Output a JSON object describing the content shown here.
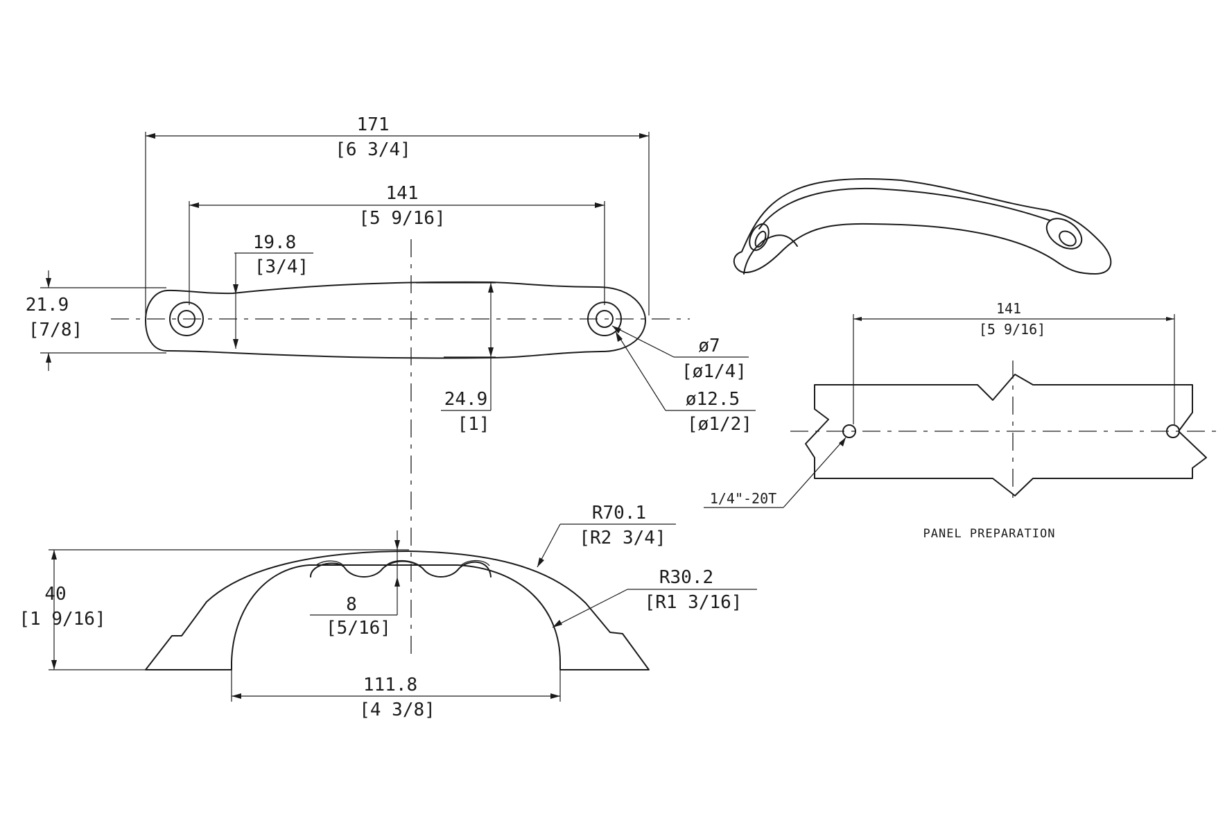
{
  "colors": {
    "line": "#1a1a1a",
    "background": "#ffffff"
  },
  "top_view": {
    "overall_length": {
      "metric": "171",
      "imperial": "[6 3/4]"
    },
    "hole_spacing": {
      "metric": "141",
      "imperial": "[5 9/16]"
    },
    "end_width": {
      "metric": "19.8",
      "imperial": "[3/4]"
    },
    "end_height": {
      "metric": "21.9",
      "imperial": "[7/8]"
    },
    "grip_width": {
      "metric": "24.9",
      "imperial": "[1]"
    },
    "hole_diameter": {
      "metric": "ø7",
      "imperial": "[ø1/4]"
    },
    "boss_diameter": {
      "metric": "ø12.5",
      "imperial": "[ø1/2]"
    }
  },
  "side_view": {
    "outer_radius": {
      "metric": "R70.1",
      "imperial": "[R2 3/4]"
    },
    "inner_radius": {
      "metric": "R30.2",
      "imperial": "[R1 3/16]"
    },
    "height": {
      "metric": "40",
      "imperial": "[1 9/16]"
    },
    "grip_depth": {
      "metric": "8",
      "imperial": "[5/16]"
    },
    "opening_width": {
      "metric": "111.8",
      "imperial": "[4 3/8]"
    }
  },
  "panel_view": {
    "hole_spacing": {
      "metric": "141",
      "imperial": "[5 9/16]"
    },
    "thread": "1/4\"-20T",
    "caption": "PANEL PREPARATION"
  }
}
